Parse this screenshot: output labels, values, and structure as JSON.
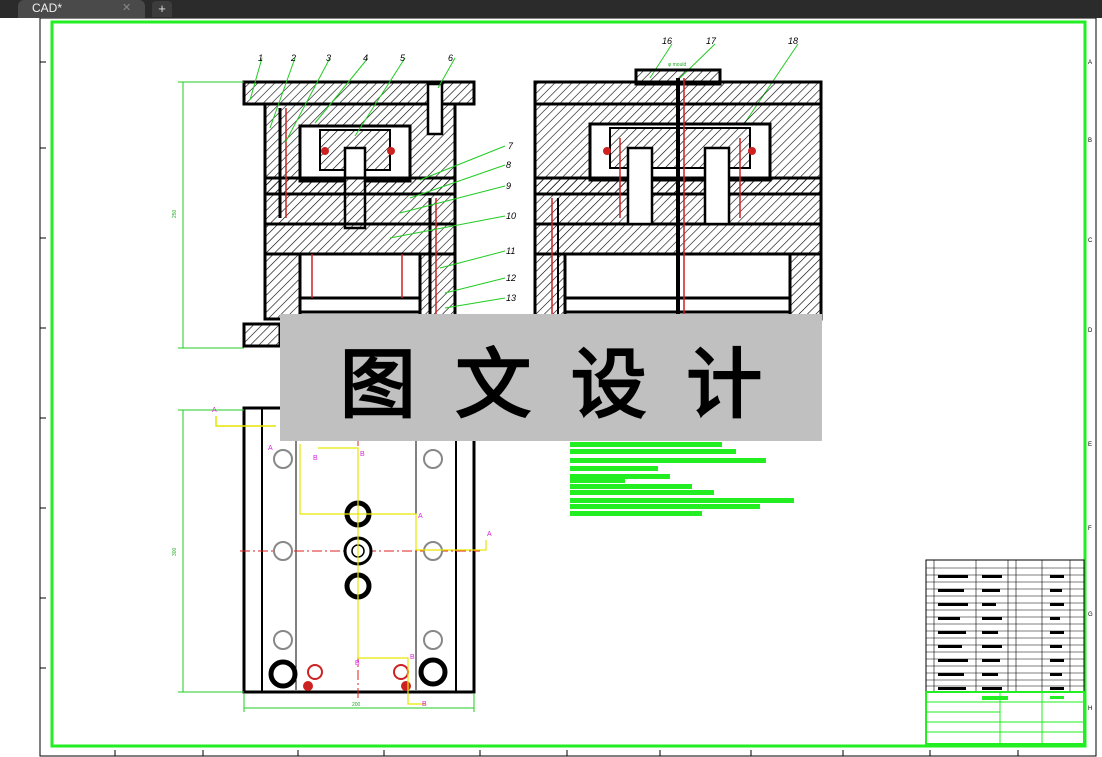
{
  "app": {
    "tab_title": "CAD*",
    "tab_close_icon": "close-icon",
    "new_tab_icon": "plus-icon"
  },
  "colors": {
    "frame": "#22ee22",
    "line": "#000000",
    "dimension": "#22cc22",
    "center_line": "#dd2222",
    "section_label": "#dd22dd",
    "marker_yellow": "#e6e600",
    "hatch": "#000000",
    "watermark_bg": "#c0c0c0"
  },
  "drawing": {
    "part_callouts": [
      "1",
      "2",
      "3",
      "4",
      "5",
      "6",
      "7",
      "8",
      "9",
      "10",
      "11",
      "12",
      "13",
      "16",
      "17",
      "18"
    ],
    "section_labels": [
      "A",
      "A",
      "B",
      "B",
      "A",
      "A",
      "B",
      "B",
      "B"
    ],
    "dim_width": "200",
    "dim_height_top": "250",
    "dim_height_bottom": "300",
    "hole_note": "φ mould"
  },
  "watermark": {
    "chars": [
      "图",
      "文",
      "设",
      "计"
    ]
  },
  "right_border_labels": [
    "A",
    "B",
    "C",
    "D",
    "E",
    "F",
    "G",
    "H"
  ]
}
